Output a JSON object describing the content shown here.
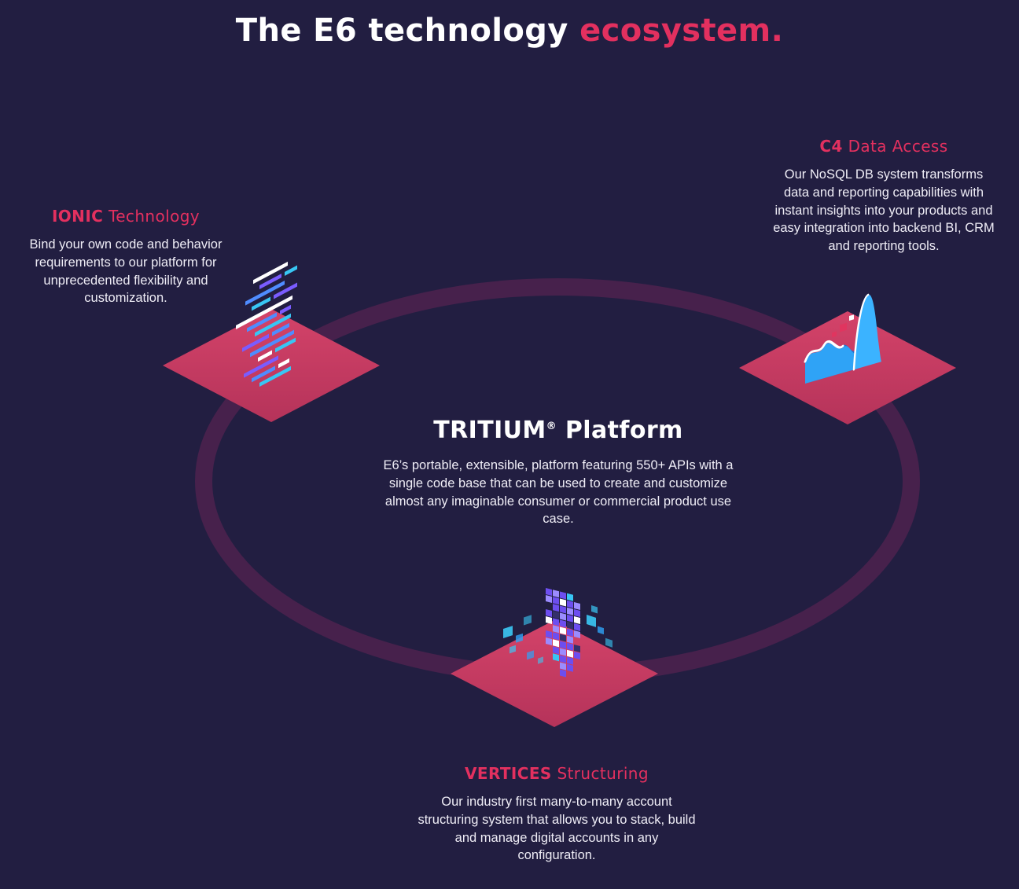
{
  "title": {
    "white": "The E6 technology ",
    "accent": "ecosystem."
  },
  "ionic": {
    "name": "IONIC",
    "suffix": " Technology",
    "body": "Bind your own code and behavior requirements to our platform for unprecedented flexibility and customization."
  },
  "c4": {
    "name": "C4",
    "suffix": " Data Access",
    "body": "Our NoSQL DB system transforms data and reporting capabilities with instant insights into your products and easy integration into backend BI, CRM and reporting tools."
  },
  "tritium": {
    "name": "TRITIUM",
    "reg": "®",
    "suffix": " Platform",
    "body": "E6’s portable, extensible, platform featuring 550+ APIs with a single code base that can be used to create and customize almost any imaginable consumer or commercial product use case."
  },
  "vertices": {
    "name": "VERTICES",
    "suffix": " Structuring",
    "body": "Our industry first many-to-many account structuring system that allows you to stack, build and manage digital accounts in any configuration."
  },
  "icons": {
    "ionic": "isometric-code-lines-icon",
    "c4": "isometric-area-chart-icon",
    "vertices": "isometric-pixel-grid-icon"
  },
  "colors": {
    "background": "#221e41",
    "accent_pink": "#e3305f",
    "diamond_rose": "#c83d63",
    "ring_plum": "#47214c",
    "heading_white": "#ffffff",
    "body_text": "#efedf6",
    "chart_blue": "#2fa3f6",
    "code_purple": "#7a5cff",
    "code_blue": "#4f8cff",
    "code_cyan": "#38c6f4"
  }
}
